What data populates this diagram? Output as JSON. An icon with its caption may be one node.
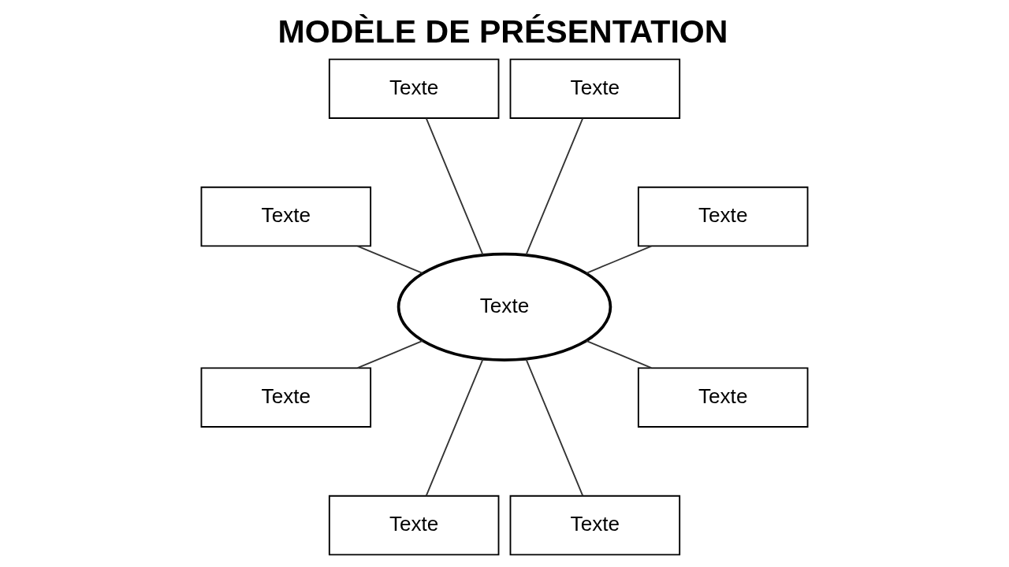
{
  "diagram": {
    "title": "MODÈLE DE PRÉSENTATION",
    "nodes": [
      {
        "text": [
          "Texte"
        ]
      },
      {
        "text": [
          "Texte"
        ]
      },
      {
        "text": [
          "Texte"
        ]
      },
      {
        "text": [
          "Texte"
        ]
      },
      {
        "text": [
          "Texte"
        ]
      },
      {
        "text": [
          "Texte"
        ]
      },
      {
        "text": [
          "Texte"
        ]
      },
      {
        "text": [
          "Texte"
        ]
      },
      {
        "text": [
          "Texte"
        ]
      }
    ],
    "edges": [
      {
        "from": 4,
        "to": 0,
        "arrow": "none"
      },
      {
        "from": 4,
        "to": 1,
        "arrow": "none"
      },
      {
        "from": 4,
        "to": 2,
        "arrow": "none"
      },
      {
        "from": 4,
        "to": 3,
        "arrow": "none"
      },
      {
        "from": 4,
        "to": 5,
        "arrow": "none"
      },
      {
        "from": 4,
        "to": 6,
        "arrow": "none"
      },
      {
        "from": 4,
        "to": 7,
        "arrow": "none"
      },
      {
        "from": 4,
        "to": 8,
        "arrow": "none"
      }
    ]
  }
}
